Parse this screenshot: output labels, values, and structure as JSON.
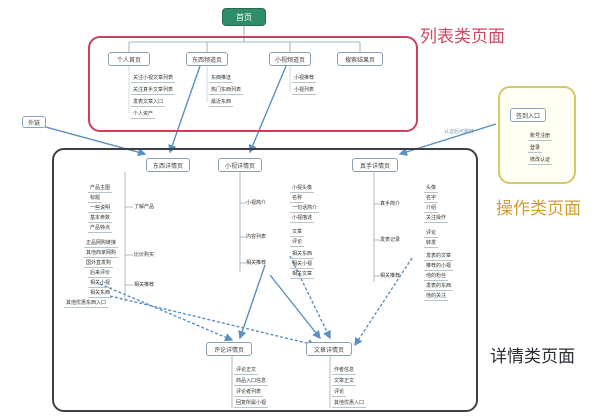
{
  "root": "首页",
  "regions": {
    "list": "列表类页面",
    "ops": "操作类页面",
    "detail": "详情类页面"
  },
  "list_pages": [
    {
      "label": "个人首页",
      "items": [
        "关注小视文章列表",
        "关注真手文章列表",
        "发表文章入口",
        "个人资产"
      ]
    },
    {
      "label": "东西频道页",
      "items": [
        "东西推送",
        "热门东西列表",
        "最近东西"
      ]
    },
    {
      "label": "小视频道页",
      "items": [
        "小视推荐",
        "小视列表"
      ]
    },
    {
      "label": "搜索结果页",
      "items": []
    }
  ],
  "ops": {
    "box": "签到入口",
    "items": [
      "账号注册",
      "登录",
      "修改认证"
    ],
    "link_hint": "认证后可跳转"
  },
  "inbound": "外链",
  "detail": {
    "goods": {
      "title": "东西详情页",
      "groups": [
        {
          "label": "了解产品",
          "items": [
            "产品主图",
            "标题",
            "一些说明",
            "基本参数",
            "产品特点"
          ]
        },
        {
          "label": "比价购买",
          "items": [
            "正品网购链接",
            "其他商家网购",
            "国外直发购"
          ]
        },
        {
          "label": "相关推荐",
          "items": [
            "后来评价",
            "相关小视",
            "相关东西",
            "其他优惠东西入口"
          ]
        }
      ]
    },
    "video": {
      "title": "小视详情页",
      "groups": [
        {
          "label": "小视简介",
          "items": [
            "小视头像",
            "名称",
            "一句话简介",
            "小视描述"
          ]
        },
        {
          "label": "内容列表",
          "items": [
            "文章",
            "评论"
          ]
        },
        {
          "label": "相关推荐",
          "items": [
            "相关东西",
            "相关小视",
            "相关文章"
          ]
        }
      ]
    },
    "master": {
      "title": "真手详情页",
      "groups": [
        {
          "label": "真手简介",
          "items": [
            "头像",
            "名字",
            "介绍",
            "关注操作"
          ]
        },
        {
          "label": "发表记录",
          "items": [
            "评论",
            "转发"
          ]
        },
        {
          "label": "相关推荐",
          "items": [
            "发表的文章",
            "推荐的小视",
            "他的粉丝",
            "发表的东西",
            "他的关注"
          ]
        }
      ]
    },
    "comment": {
      "title": "评论详情页",
      "items": [
        "评论正文",
        "商品入口信息",
        "评论者列表",
        "回复所属小视"
      ]
    },
    "article": {
      "title": "文章详情页",
      "items": [
        "作者信息",
        "文章正文",
        "评论",
        "其他优惠入口"
      ]
    }
  }
}
